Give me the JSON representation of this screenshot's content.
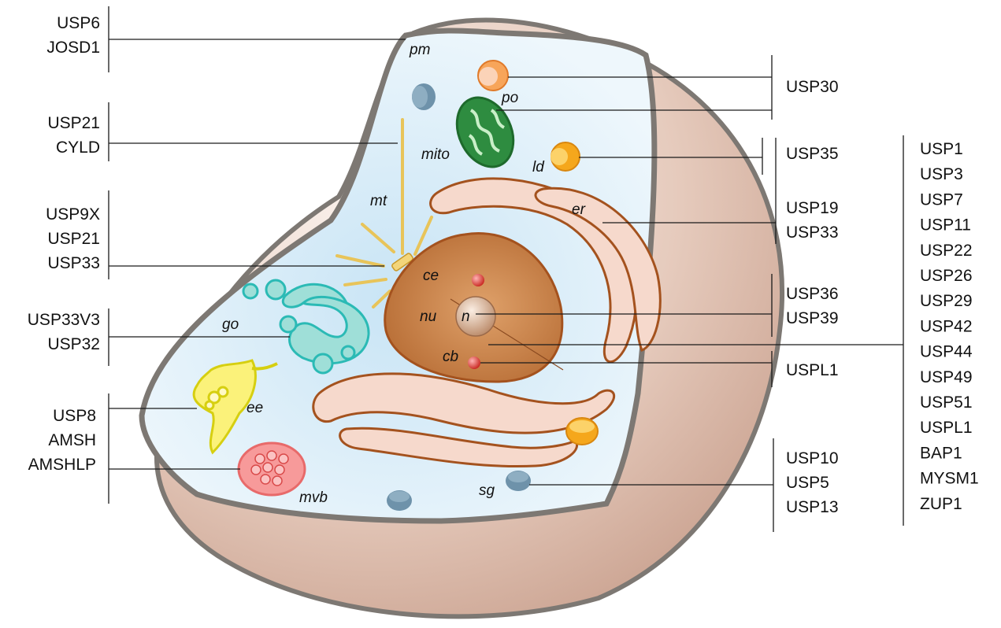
{
  "organelles": {
    "pm": "pm",
    "po": "po",
    "mito": "mito",
    "ld": "ld",
    "mt": "mt",
    "er": "er",
    "ce": "ce",
    "nu": "nu",
    "n": "n",
    "cb": "cb",
    "go": "go",
    "ee": "ee",
    "mvb": "mvb",
    "sg": "sg"
  },
  "gene_groups": {
    "pm": [
      "USP6",
      "JOSD1"
    ],
    "mt": [
      "USP21",
      "CYLD"
    ],
    "ce": [
      "USP9X",
      "USP21",
      "USP33"
    ],
    "go": [
      "USP33V3",
      "USP32"
    ],
    "ee_mvb": [
      "USP8",
      "AMSH",
      "AMSHLP"
    ],
    "po_mito": [
      "USP30"
    ],
    "ld": [
      "USP35"
    ],
    "er": [
      "USP19",
      "USP33"
    ],
    "n": [
      "USP36",
      "USP39"
    ],
    "cb": [
      "USPL1"
    ],
    "sg": [
      "USP10",
      "USP5",
      "USP13"
    ],
    "nu": [
      "USP1",
      "USP3",
      "USP7",
      "USP11",
      "USP22",
      "USP26",
      "USP29",
      "USP42",
      "USP44",
      "USP49",
      "USP51",
      "USPL1",
      "BAP1",
      "MYSM1",
      "ZUP1"
    ]
  },
  "colors": {
    "outer_shell": "#d9b9ab",
    "membrane": "#7d7873",
    "cytoplasm": "#e3f1fa",
    "nucleus": "#c9864e",
    "er": "#a4521e",
    "golgi": "#2bbab5",
    "mitochondrion": "#1e7a32",
    "lipid_droplet": "#f5a71c",
    "peroxisome": "#f08a3a",
    "endosome": "#e4de20",
    "mvb": "#e86a6a",
    "granule": "#6e92aa",
    "microtubule": "#e8c45a"
  }
}
